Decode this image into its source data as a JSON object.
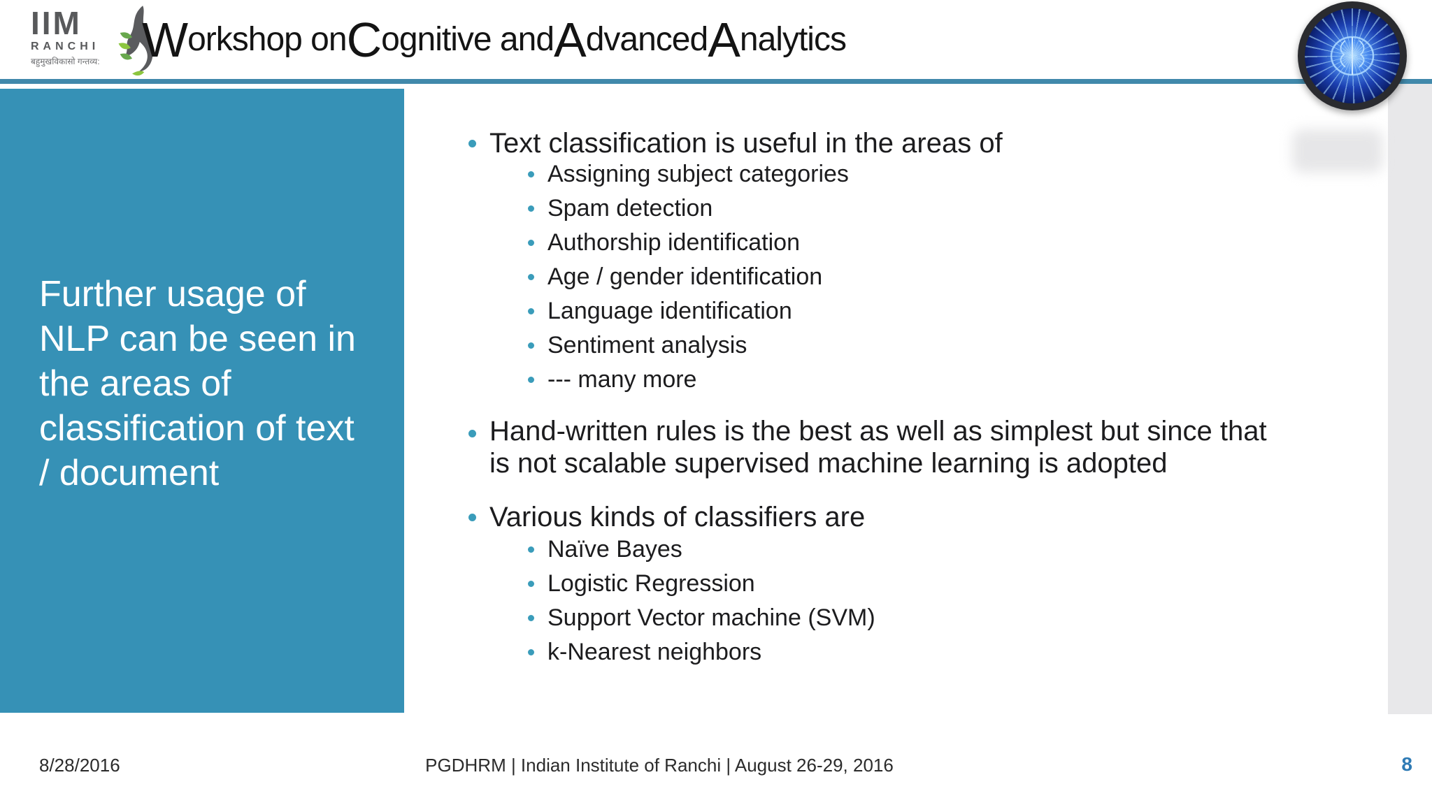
{
  "header": {
    "logo": {
      "acronym": "IIM",
      "city": "RANCHI",
      "tagline": "बहुमुखविकासो गन्तव्य:"
    },
    "title_parts": [
      "W",
      "orkshop on ",
      "C",
      "ognitive and ",
      "A",
      "dvanced ",
      "A",
      "nalytics"
    ]
  },
  "sidebar": {
    "text": "Further usage of NLP can be seen in the areas of classification of text / document"
  },
  "content": {
    "bullet1": "Text classification is useful in the areas of",
    "sub1": [
      "Assigning subject categories",
      "Spam detection",
      "Authorship identification",
      "Age / gender identification",
      "Language identification",
      "Sentiment analysis",
      "--- many more"
    ],
    "bullet2": "Hand-written rules is the best as well as simplest but since that is not scalable supervised machine learning is adopted",
    "bullet3": "Various kinds of classifiers are",
    "sub3": [
      "Naïve Bayes",
      "Logistic Regression",
      "Support Vector machine (SVM)",
      "k-Nearest neighbors"
    ]
  },
  "footer": {
    "date": "8/28/2016",
    "center": "PGDHRM | Indian Institute of Ranchi | August 26-29, 2016",
    "page": "8"
  },
  "icons": {
    "bird": "bird-icon",
    "brain_badge": "brain-logo"
  },
  "colors": {
    "sidebar_teal": "#3691b6",
    "header_rule": "#4189ab",
    "bullet_dot": "#3a9cba",
    "page_number_blue": "#2f7bb5",
    "right_strip_gray": "#e8e8ea",
    "body_text": "#1c1c1e",
    "logo_gray": "#58595b",
    "logo_green": "#68a84d"
  }
}
